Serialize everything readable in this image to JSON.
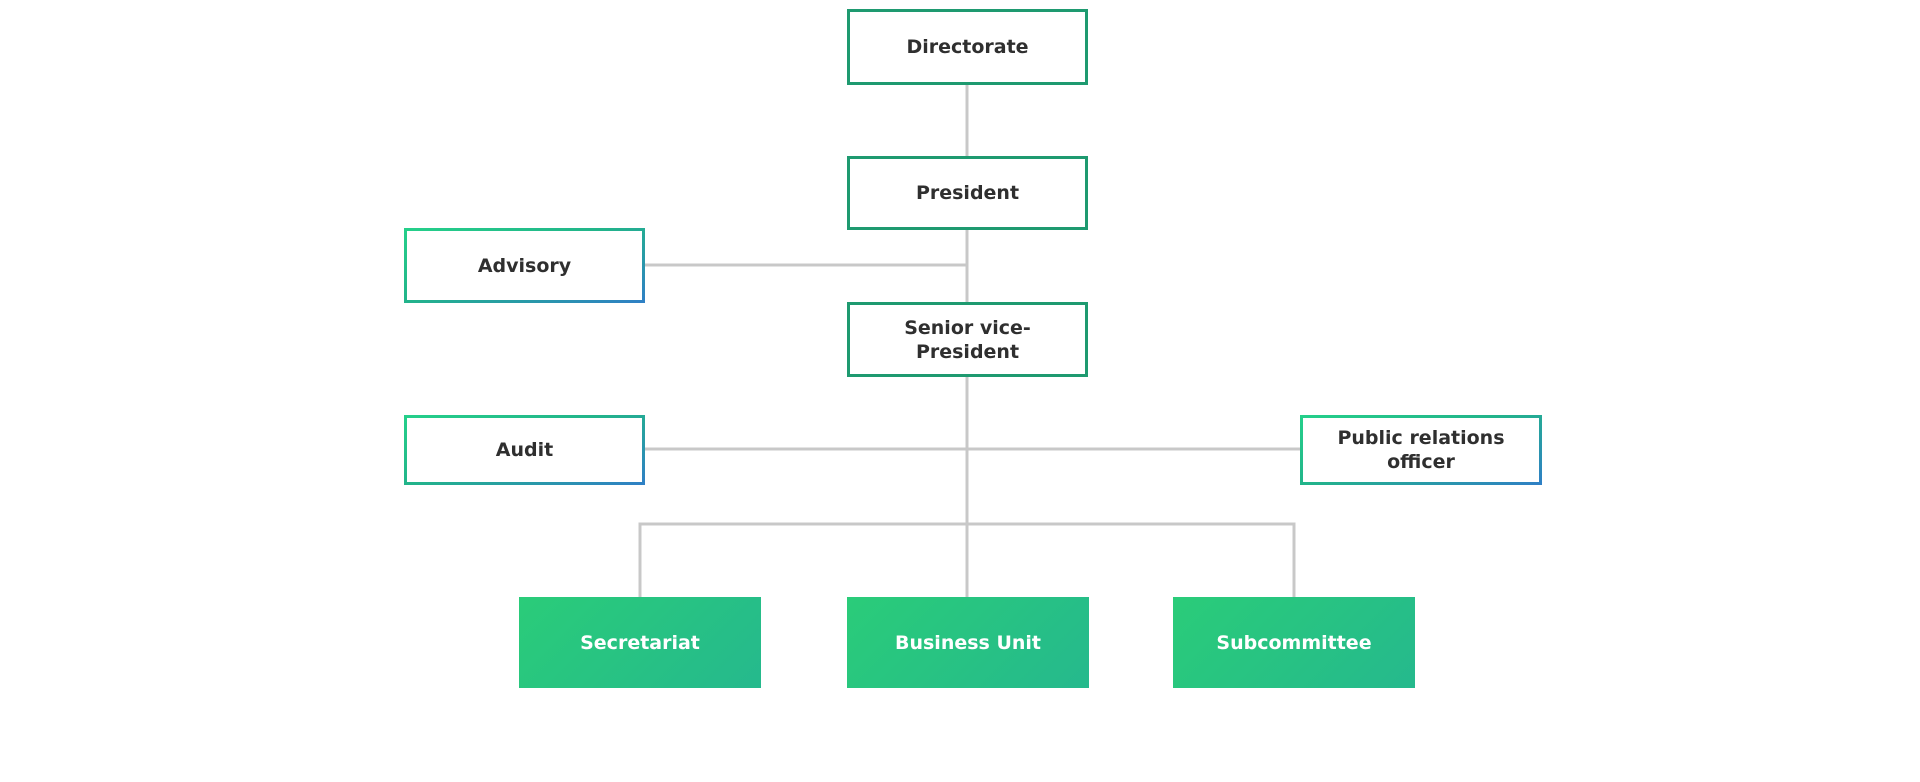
{
  "org_chart": {
    "nodes": {
      "directorate": "Directorate",
      "president": "President",
      "advisory": "Advisory",
      "senior_vice_president": [
        "Senior vice-",
        "President"
      ],
      "audit": "Audit",
      "public_relations_officer": [
        "Public relations",
        "officer"
      ],
      "secretariat": "Secretariat",
      "business_unit": "Business Unit",
      "subcommittee": "Subcommittee"
    },
    "relations": [
      {
        "from": "directorate",
        "to": "president"
      },
      {
        "from": "president",
        "to": "senior_vice_president"
      },
      {
        "from": "president",
        "to": "advisory"
      },
      {
        "from": "senior_vice_president",
        "to": "audit"
      },
      {
        "from": "senior_vice_president",
        "to": "public_relations_officer"
      },
      {
        "from": "senior_vice_president",
        "to": "secretariat"
      },
      {
        "from": "senior_vice_president",
        "to": "business_unit"
      },
      {
        "from": "senior_vice_president",
        "to": "subcommittee"
      }
    ],
    "colors": {
      "outline": "#1e9a70",
      "gradient_start": "#25d08a",
      "gradient_end": "#2f7fc6",
      "fill_start": "#2acc79",
      "fill_end": "#25b98d",
      "connector": "#c8c8c8",
      "text_dark": "#2f2f2f",
      "text_light": "#ffffff"
    }
  }
}
